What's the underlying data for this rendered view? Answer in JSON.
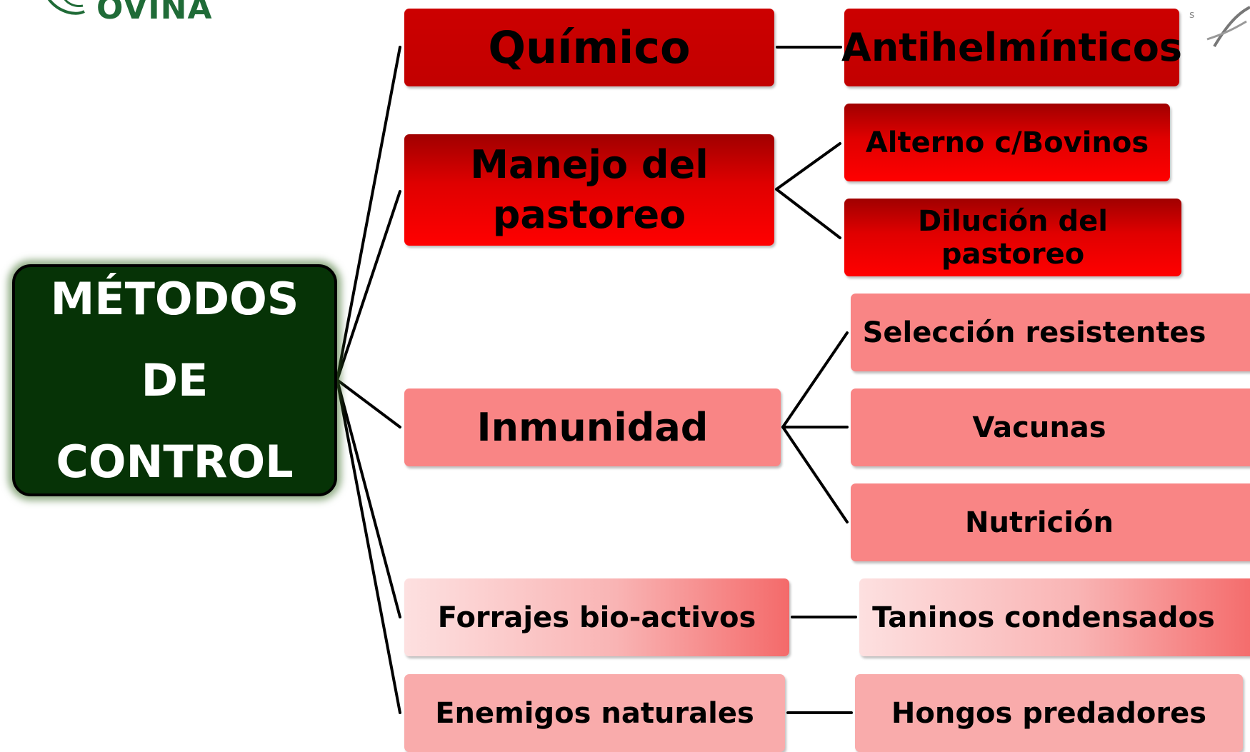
{
  "logo": {
    "text": "OVINA"
  },
  "root": {
    "line1": "MÉTODOS",
    "line2": "DE",
    "line3": "CONTROL"
  },
  "categories": {
    "quimico": "Químico",
    "manejo_line1": "Manejo del",
    "manejo_line2": "pastoreo",
    "inmunidad": "Inmunidad",
    "forrajes": "Forrajes bio-activos",
    "enemigos": "Enemigos naturales"
  },
  "methods": {
    "antihelminticos": "Antihelmínticos",
    "alterno": "Alterno c/Bovinos",
    "dilucion": "Dilución del pastoreo",
    "seleccion": "Selección resistentes",
    "vacunas": "Vacunas",
    "nutricion": "Nutrición",
    "taninos": "Taninos condensados",
    "hongos": "Hongos predadores"
  },
  "colors": {
    "root_bg": "#063306",
    "dark_red": "#c80000",
    "pink": "#f98585",
    "pink_light": "#f9abab"
  }
}
